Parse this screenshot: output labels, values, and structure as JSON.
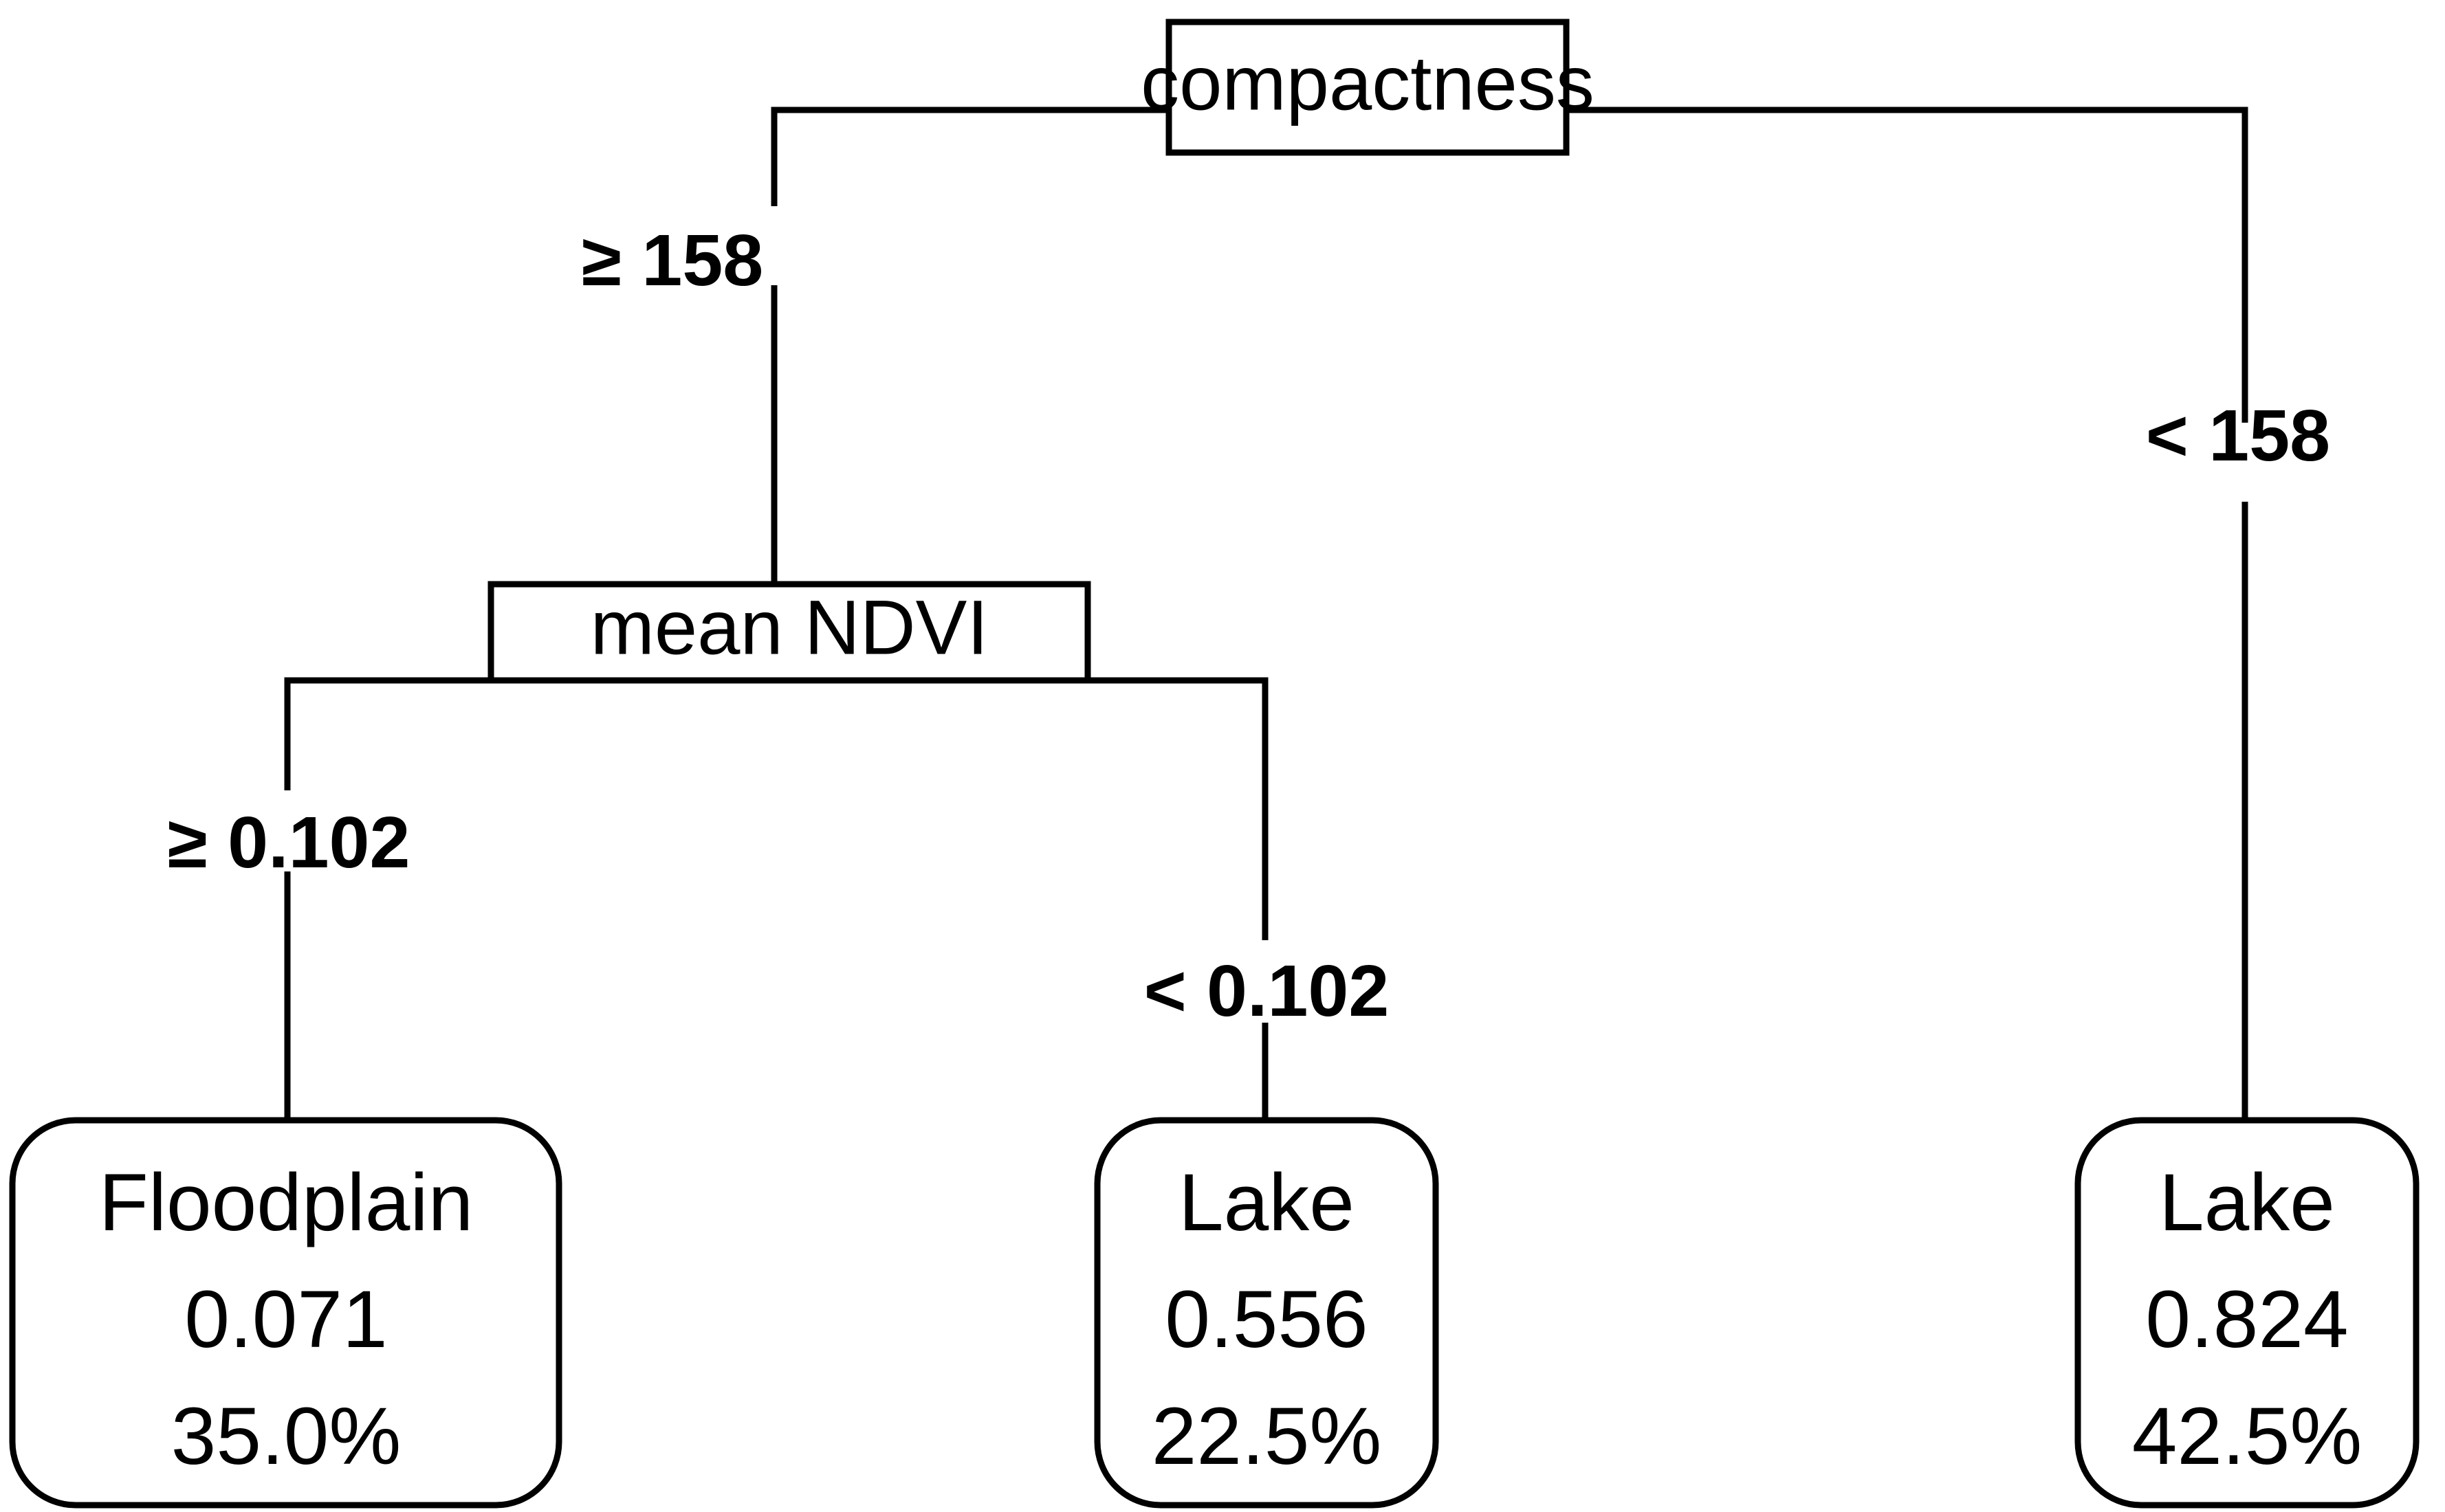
{
  "diagram": {
    "type": "decision-tree",
    "title": "",
    "background_color": "#ffffff",
    "line_color": "#000000",
    "text_color": "#000000"
  },
  "nodes": {
    "root": {
      "id": "compactness",
      "label": "compactness",
      "shape": "rectangle",
      "kind": "split"
    },
    "internal_1": {
      "id": "mean-ndvi",
      "label": "mean NDVI",
      "shape": "rectangle",
      "kind": "split"
    },
    "leaf_1": {
      "id": "floodplain-leaf",
      "label": "Floodplain",
      "value": "0.071",
      "proportion": "35.0%",
      "shape": "rounded-rectangle",
      "kind": "leaf"
    },
    "leaf_2": {
      "id": "lake-leaf-middle",
      "label": "Lake",
      "value": "0.556",
      "proportion": "22.5%",
      "shape": "rounded-rectangle",
      "kind": "leaf"
    },
    "leaf_3": {
      "id": "lake-leaf-right",
      "label": "Lake",
      "value": "0.824",
      "proportion": "42.5%",
      "shape": "rounded-rectangle",
      "kind": "leaf"
    }
  },
  "edges": {
    "root_left": {
      "label": "≥ 158",
      "from": "compactness",
      "to": "mean-ndvi"
    },
    "root_right": {
      "label": "< 158",
      "from": "compactness",
      "to": "lake-leaf-right"
    },
    "ndvi_left": {
      "label": "≥ 0.102",
      "from": "mean-ndvi",
      "to": "floodplain-leaf"
    },
    "ndvi_right": {
      "label": "< 0.102",
      "from": "mean-ndvi",
      "to": "lake-leaf-middle"
    }
  },
  "chart_data": {
    "type": "table",
    "title": "Decision tree: compactness / mean NDVI",
    "splits": [
      {
        "feature": "compactness",
        "threshold": 158,
        "left_condition": "≥ 158",
        "right_condition": "< 158"
      },
      {
        "feature": "mean NDVI",
        "threshold": 0.102,
        "left_condition": "≥ 0.102",
        "right_condition": "< 0.102"
      }
    ],
    "leaves": [
      {
        "class": "Floodplain",
        "value": 0.071,
        "proportion_pct": 35.0,
        "path": [
          "compactness ≥ 158",
          "mean NDVI ≥ 0.102"
        ]
      },
      {
        "class": "Lake",
        "value": 0.556,
        "proportion_pct": 22.5,
        "path": [
          "compactness ≥ 158",
          "mean NDVI < 0.102"
        ]
      },
      {
        "class": "Lake",
        "value": 0.824,
        "proportion_pct": 42.5,
        "path": [
          "compactness < 158"
        ]
      }
    ]
  }
}
